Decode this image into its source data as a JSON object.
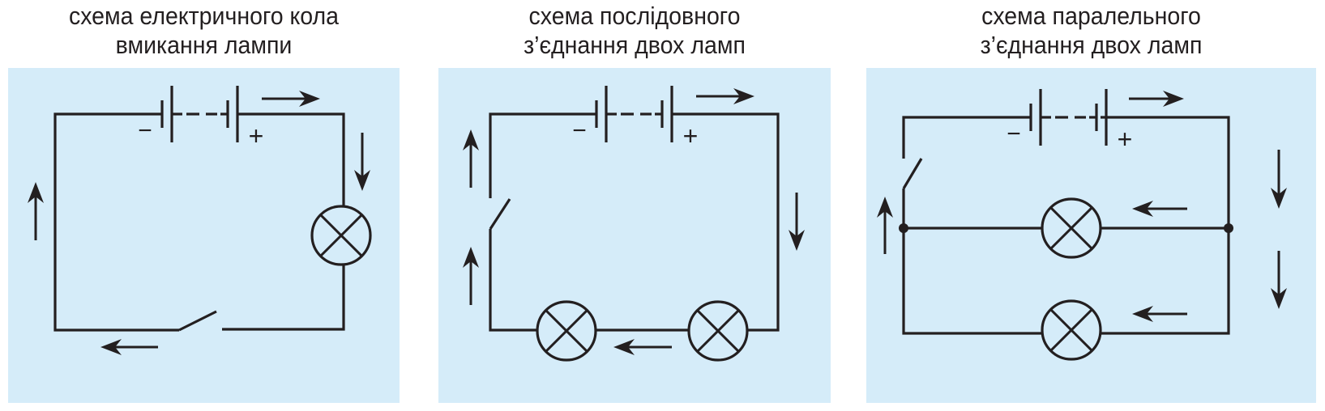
{
  "panels": [
    {
      "title_line1": "схема електричного кола",
      "title_line2": "вмикання лампи"
    },
    {
      "title_line1": "схема послідовного",
      "title_line2": "з’єднання двох ламп"
    },
    {
      "title_line1": "схема паралельного",
      "title_line2": "з’єднання двох ламп"
    }
  ],
  "symbols": {
    "minus": "−",
    "plus": "+"
  },
  "colors": {
    "panel_bg": "#d5ecf9",
    "wire": "#231f20"
  }
}
